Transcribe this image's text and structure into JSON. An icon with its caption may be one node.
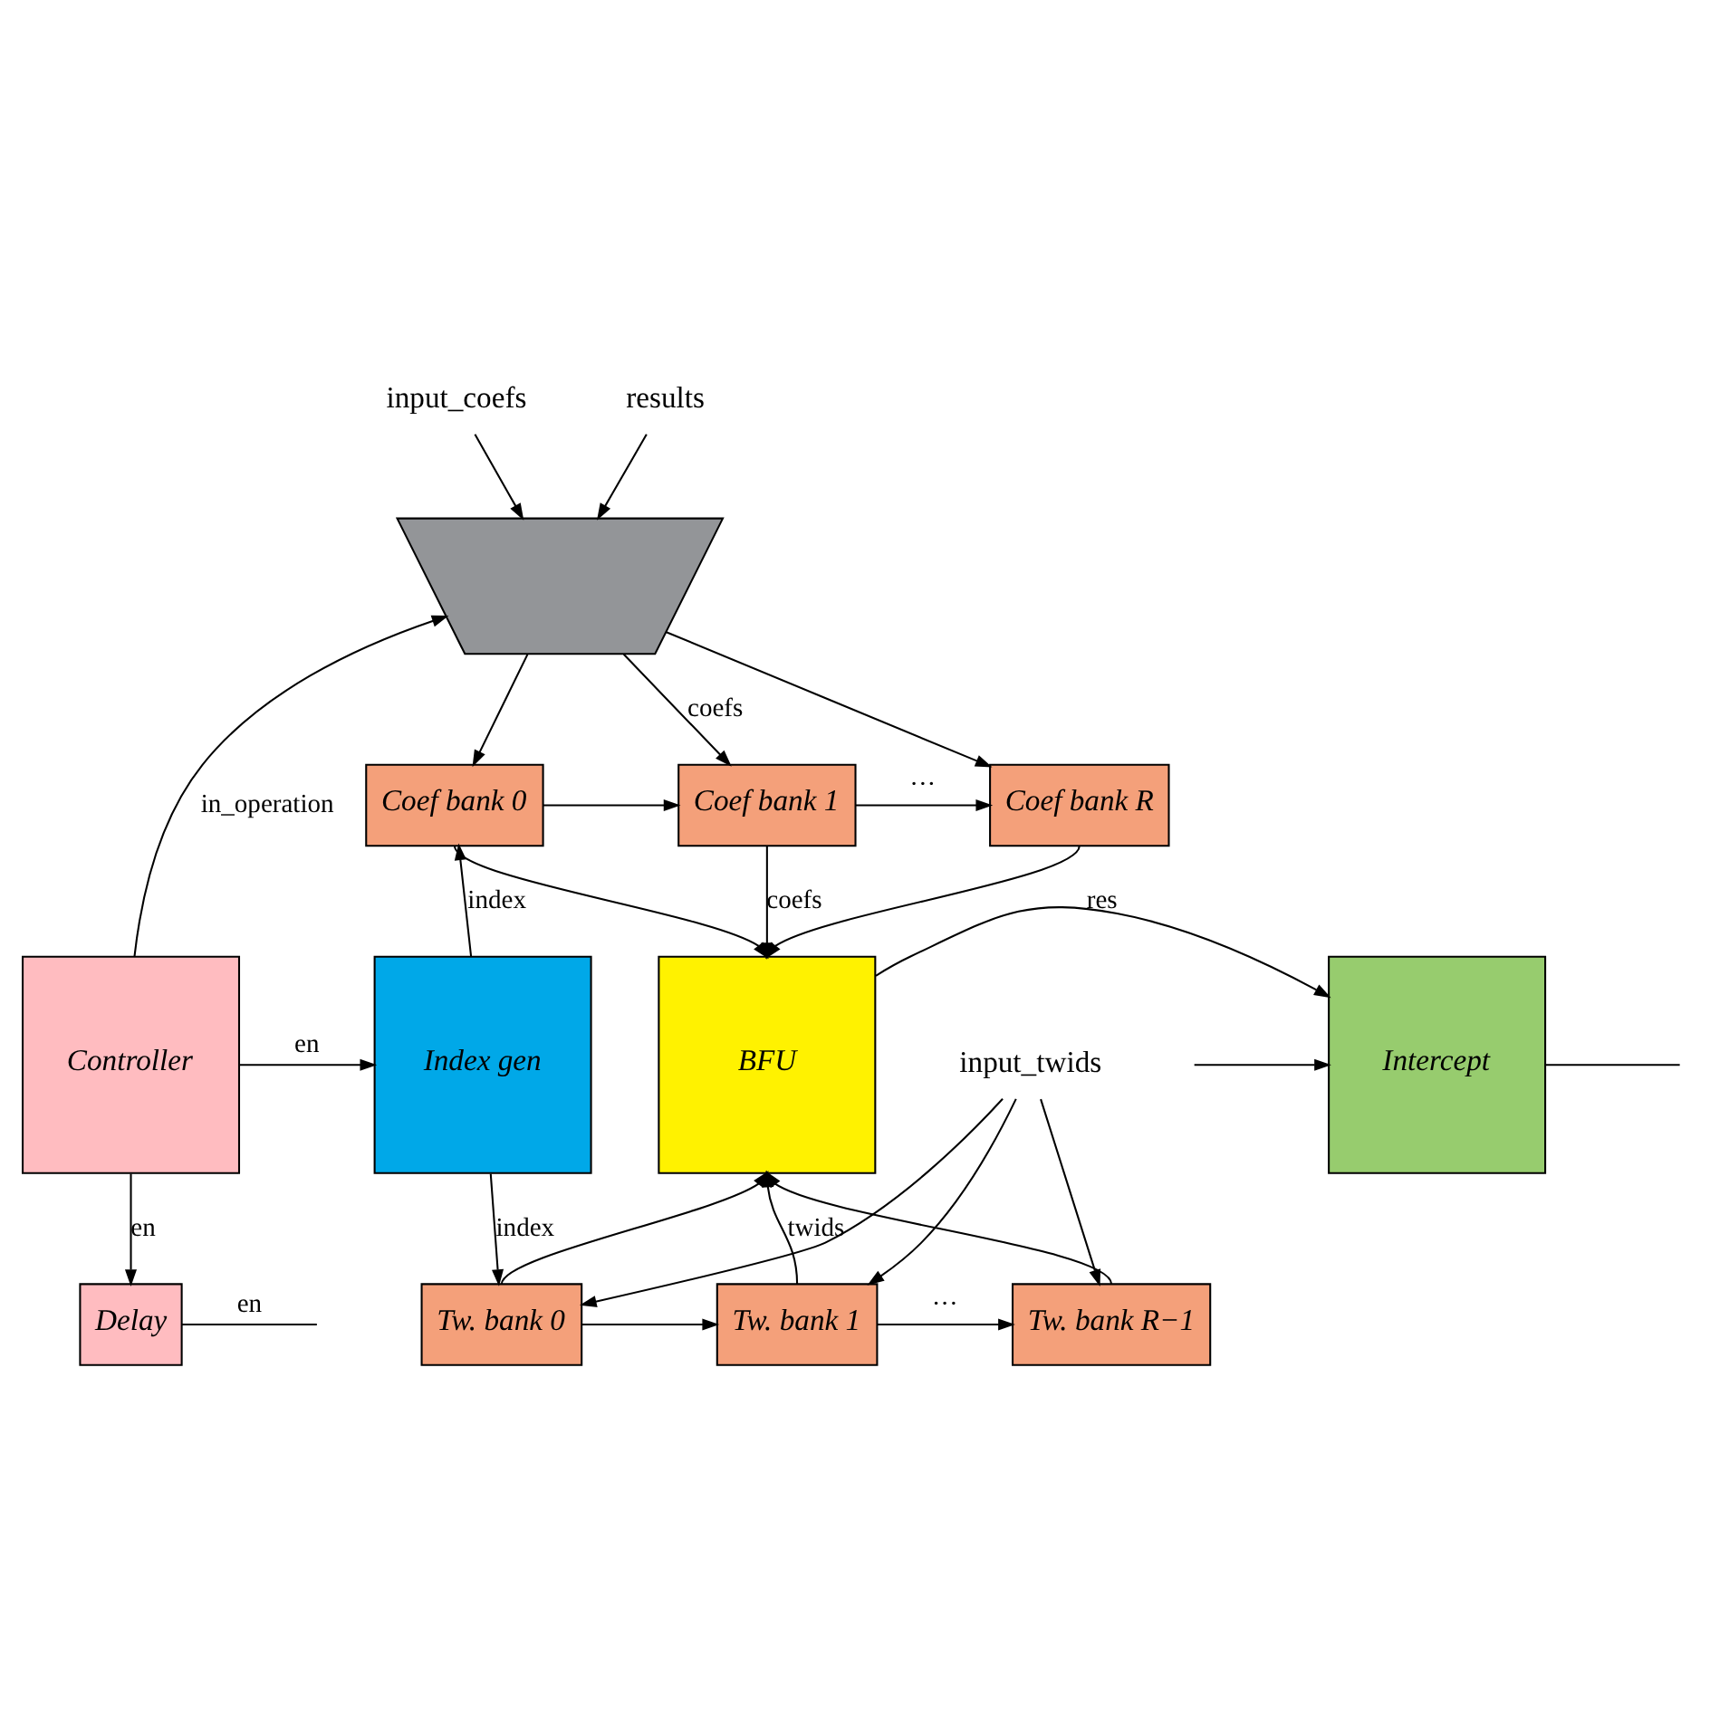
{
  "diagram": {
    "nodes": [
      {
        "text": [],
        "shape": "trapezoid"
      },
      {
        "text": [
          "Coef bank 0"
        ]
      },
      {
        "text": [
          "Coef bank 1"
        ]
      },
      {
        "text": [
          "Coef bank R"
        ]
      },
      {
        "text": [
          "Controller"
        ]
      },
      {
        "text": [
          "Index gen"
        ]
      },
      {
        "text": [
          "BFU"
        ]
      },
      {
        "text": [
          "Intercept"
        ]
      },
      {
        "text": [
          "Tw. bank 0"
        ]
      },
      {
        "text": [
          "Tw. bank 1"
        ]
      },
      {
        "text": [
          "Tw. bank R−1"
        ]
      },
      {
        "text": [
          "Delay"
        ]
      },
      {
        "text": [
          "input_coefs"
        ]
      },
      {
        "text": [
          "results"
        ]
      },
      {
        "text": [
          "input_twids"
        ]
      }
    ],
    "edges": [
      {
        "from": 12,
        "to": 0,
        "arrow": "to"
      },
      {
        "from": 13,
        "to": 0,
        "arrow": "to"
      },
      {
        "from": 4,
        "to": 0,
        "arrow": "to",
        "label": "in_operation"
      },
      {
        "from": 0,
        "to": 1,
        "arrow": "to"
      },
      {
        "from": 0,
        "to": 2,
        "arrow": "to",
        "label": "coefs"
      },
      {
        "from": 0,
        "to": 3,
        "arrow": "to"
      },
      {
        "from": 1,
        "to": 2,
        "arrow": "to"
      },
      {
        "from": 2,
        "to": 3,
        "arrow": "to",
        "label": "···"
      },
      {
        "from": 1,
        "to": 6,
        "arrow": "to"
      },
      {
        "from": 2,
        "to": 6,
        "arrow": "to",
        "label": "coefs"
      },
      {
        "from": 3,
        "to": 6,
        "arrow": "to"
      },
      {
        "from": 5,
        "to": 1,
        "arrow": "to",
        "label": "index"
      },
      {
        "from": 4,
        "to": 5,
        "arrow": "to",
        "label": "en"
      },
      {
        "from": 6,
        "to": 7,
        "arrow": "to",
        "label": "res"
      },
      {
        "from": 7,
        "to": null,
        "arrow": "none"
      },
      {
        "from": null,
        "to": 7,
        "arrow": "to"
      },
      {
        "from": 5,
        "to": 8,
        "arrow": "to",
        "label": "index"
      },
      {
        "from": 8,
        "to": 9,
        "arrow": "to"
      },
      {
        "from": 9,
        "to": 10,
        "arrow": "to",
        "label": "···"
      },
      {
        "from": 8,
        "to": 6,
        "arrow": "to"
      },
      {
        "from": 9,
        "to": 6,
        "arrow": "to",
        "label": "twids"
      },
      {
        "from": 10,
        "to": 6,
        "arrow": "to"
      },
      {
        "from": 14,
        "to": 8,
        "arrow": "to"
      },
      {
        "from": 14,
        "to": 9,
        "arrow": "to"
      },
      {
        "from": 14,
        "to": 10,
        "arrow": "to"
      },
      {
        "from": 4,
        "to": 11,
        "arrow": "to",
        "label": "en"
      },
      {
        "from": 11,
        "to": null,
        "arrow": "none",
        "label": "en"
      }
    ]
  }
}
